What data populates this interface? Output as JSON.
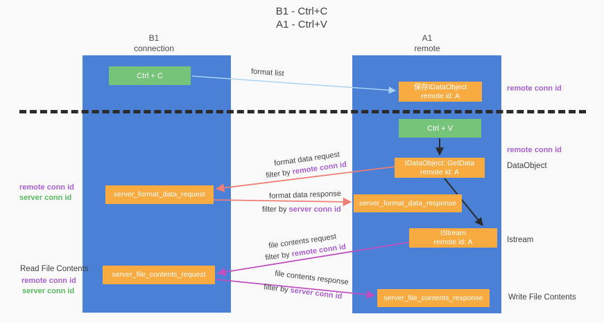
{
  "title": {
    "line1": "B1 - Ctrl+C",
    "line2": "A1 - Ctrl+V"
  },
  "lanes": {
    "left": {
      "header1": "B1",
      "header2": "connection"
    },
    "right": {
      "header1": "A1",
      "header2": "remote"
    }
  },
  "nodes": {
    "ctrl_c": {
      "label": "Ctrl + C"
    },
    "ctrl_v": {
      "label": "Ctrl + V"
    },
    "save_dataobject": {
      "line1": "保存IDataObject",
      "line2": "remote id: A"
    },
    "getdata": {
      "line1": "IDataObject::GetData",
      "line2": "remote id: A"
    },
    "istream": {
      "line1": "IStream",
      "line2": "remote id: A"
    },
    "server_format_data_request": {
      "label": "server_format_data_request"
    },
    "server_format_data_response": {
      "label": "server_format_data_response"
    },
    "server_file_contents_request": {
      "label": "server_file_contents_request"
    },
    "server_file_contents_response": {
      "label": "server_file_contents_response"
    }
  },
  "flow_labels": {
    "format_list": "format list",
    "format_data_request": "format data request",
    "format_data_response": "format data response",
    "file_contents_request": "file contents request",
    "file_contents_response": "file contents response",
    "filter_by": "filter by",
    "remote_conn_id": "remote conn id",
    "server_conn_id": "server conn id"
  },
  "side_labels": {
    "right_remote_conn_id_top": "remote conn id",
    "right_remote_conn_id_mid": "remote conn id",
    "dataobject": "DataObject",
    "istream": "Istream",
    "write_file_contents": "Write File Contents",
    "left_remote_conn_id_top": "remote conn id",
    "left_server_conn_id_top": "server conn id",
    "read_file_contents": "Read File Contents",
    "left_remote_conn_id_bottom": "remote conn id",
    "left_server_conn_id_bottom": "server conn id"
  },
  "colors": {
    "lane_blue": "#4a80d5",
    "node_orange": "#f7ab40",
    "node_green": "#76c37a",
    "arrow_lightblue": "#a9d4f1",
    "arrow_salmon": "#ee7e76",
    "arrow_magenta": "#c050c0",
    "arrow_black": "#2b2b2b",
    "label_purple": "#a85fd0",
    "label_green": "#58b95e",
    "text_dark": "#3f3f3f"
  }
}
